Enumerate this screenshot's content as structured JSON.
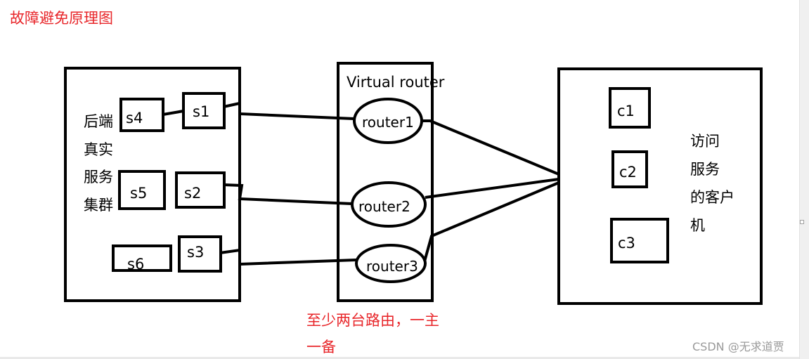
{
  "title": "故障避免原理图",
  "left_box": {
    "label_lines": [
      "后端",
      "真实",
      "服务",
      "集群"
    ],
    "servers": [
      "s1",
      "s2",
      "s3",
      "s4",
      "s5",
      "s6"
    ]
  },
  "middle_box": {
    "label": "Virtual router",
    "routers": [
      "router1",
      "router2",
      "router3"
    ]
  },
  "right_box": {
    "clients": [
      "c1",
      "c2",
      "c3"
    ],
    "label_lines": [
      "访问",
      "服务",
      "的客户",
      "机"
    ]
  },
  "note_lines": [
    "至少两台路由，一主",
    "一备"
  ],
  "watermark": "CSDN @无求道贾",
  "colors": {
    "ink": "#000000",
    "accent_red": "#e8262a",
    "watermark": "#9a9a9a"
  }
}
